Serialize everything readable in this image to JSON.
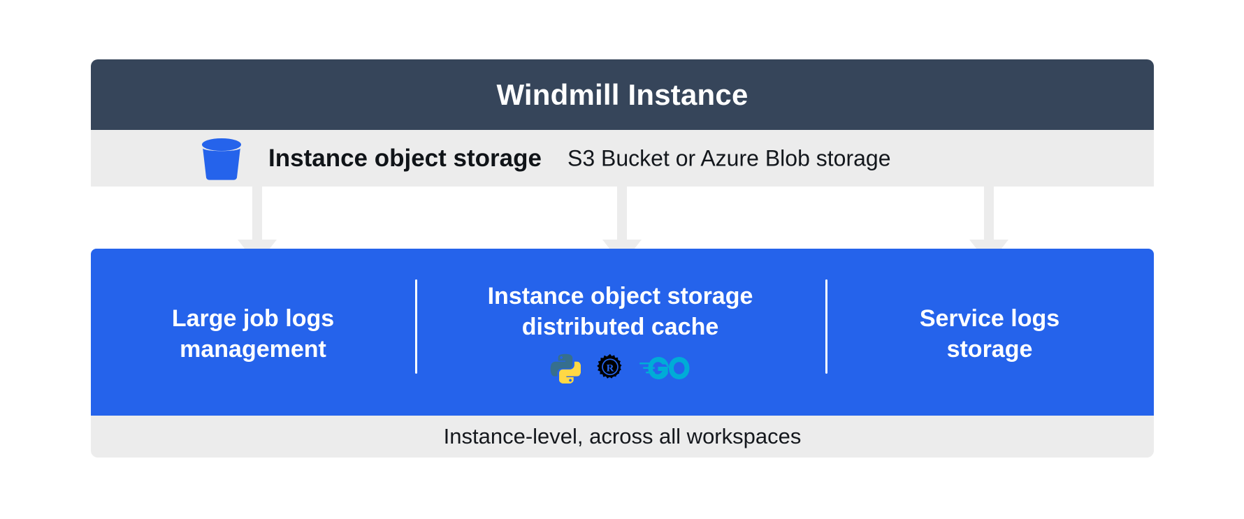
{
  "header": {
    "title": "Windmill Instance",
    "background_color": "#36455a"
  },
  "storage_band": {
    "icon": "bucket-icon",
    "label": "Instance object storage",
    "sublabel": "S3 Bucket or Azure Blob storage",
    "background_color": "#ececec"
  },
  "connectors": {
    "count": 3,
    "color": "#ececec",
    "direction": "down"
  },
  "feature_panel": {
    "background_color": "#2563eb",
    "divider_color": "#ffffff",
    "columns": [
      {
        "name": "large-job-logs-management",
        "title": "Large job logs\nmanagement",
        "icons": []
      },
      {
        "name": "instance-object-storage-distributed-cache",
        "title": "Instance object storage\ndistributed cache",
        "icons": [
          "python-icon",
          "rust-icon",
          "go-icon"
        ]
      },
      {
        "name": "service-logs-storage",
        "title": "Service logs\nstorage",
        "icons": []
      }
    ]
  },
  "footer": {
    "text": "Instance-level, across all workspaces",
    "background_color": "#ececec"
  },
  "palette": {
    "dark_slate": "#36455a",
    "light_grey": "#ececec",
    "brand_blue": "#2563eb",
    "python_blue": "#366f8e",
    "python_yellow": "#ffd845",
    "rust_black": "#000000",
    "go_cyan": "#00acd7",
    "white": "#ffffff"
  }
}
